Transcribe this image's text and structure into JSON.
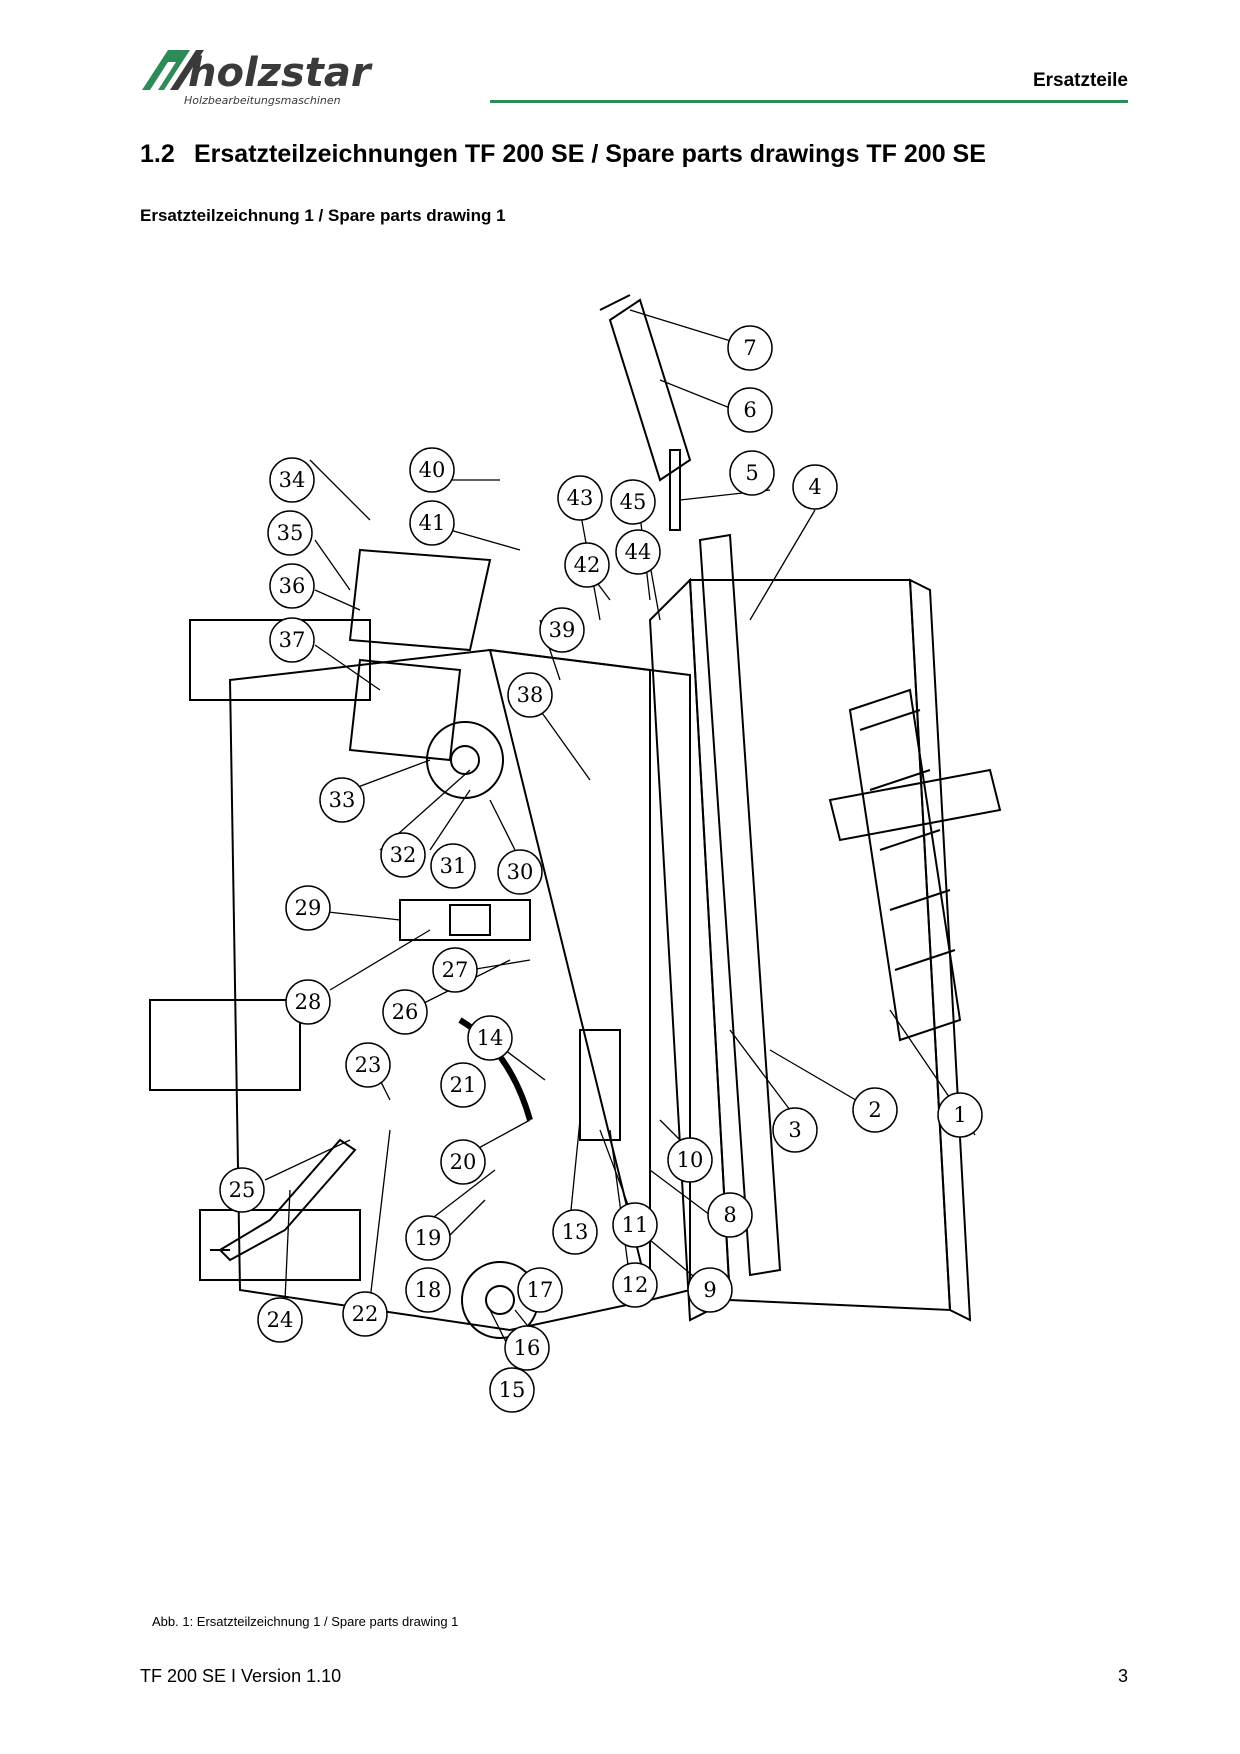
{
  "header": {
    "brand": "holzstar",
    "brand_tagline": "Holzbearbeitungsmaschinen",
    "section_label": "Ersatzteile",
    "accent_color": "#2e8b57"
  },
  "title": {
    "number": "1.2",
    "text": "Ersatzteilzeichnungen TF 200 SE / Spare parts drawings TF 200 SE"
  },
  "subtitle": "Ersatzteilzeichnung 1 / Spare parts drawing 1",
  "drawing": {
    "callouts": [
      "1",
      "2",
      "3",
      "4",
      "5",
      "6",
      "7",
      "8",
      "9",
      "10",
      "11",
      "12",
      "13",
      "14",
      "15",
      "16",
      "17",
      "18",
      "19",
      "20",
      "21",
      "22",
      "23",
      "24",
      "25",
      "26",
      "27",
      "28",
      "29",
      "30",
      "31",
      "32",
      "33",
      "34",
      "35",
      "36",
      "37",
      "38",
      "39",
      "40",
      "41",
      "42",
      "43",
      "44",
      "45"
    ]
  },
  "caption": "Abb. 1: Ersatzteilzeichnung 1 / Spare parts drawing 1",
  "footer": {
    "document": "TF 200 SE I Version 1.10",
    "page_number": "3"
  }
}
